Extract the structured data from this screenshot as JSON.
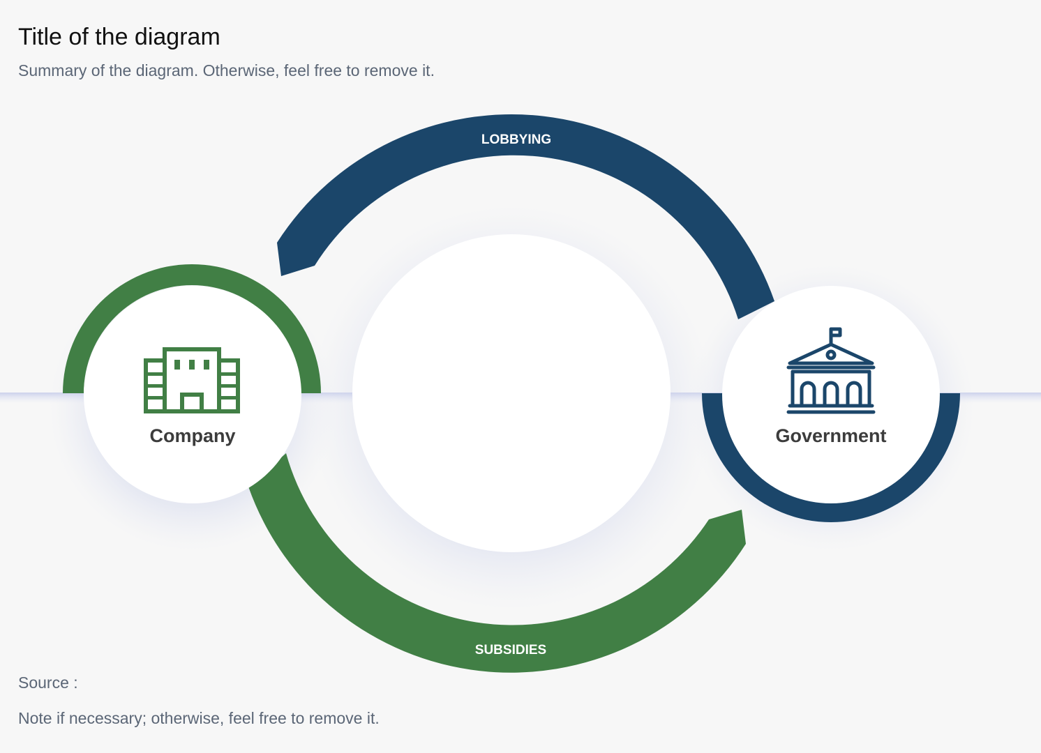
{
  "header": {
    "title": "Title of the diagram",
    "summary": "Summary of the diagram. Otherwise, feel free to remove it."
  },
  "diagram": {
    "nodes": [
      {
        "id": "company",
        "label": "Company",
        "icon": "office-building-icon",
        "color": "#417f45"
      },
      {
        "id": "government",
        "label": "Government",
        "icon": "government-building-icon",
        "color": "#1b466a"
      }
    ],
    "flows": [
      {
        "label": "LOBBYING",
        "from": "company",
        "to": "government",
        "color": "#1b466a"
      },
      {
        "label": "SUBSIDIES",
        "from": "government",
        "to": "company",
        "color": "#417f45"
      }
    ]
  },
  "footer": {
    "source": "Source :",
    "note": "Note if necessary; otherwise, feel free to remove it."
  },
  "colors": {
    "background": "#f7f7f7",
    "green": "#417f45",
    "navy": "#1b466a",
    "axis_line": "#c9d0ea"
  }
}
